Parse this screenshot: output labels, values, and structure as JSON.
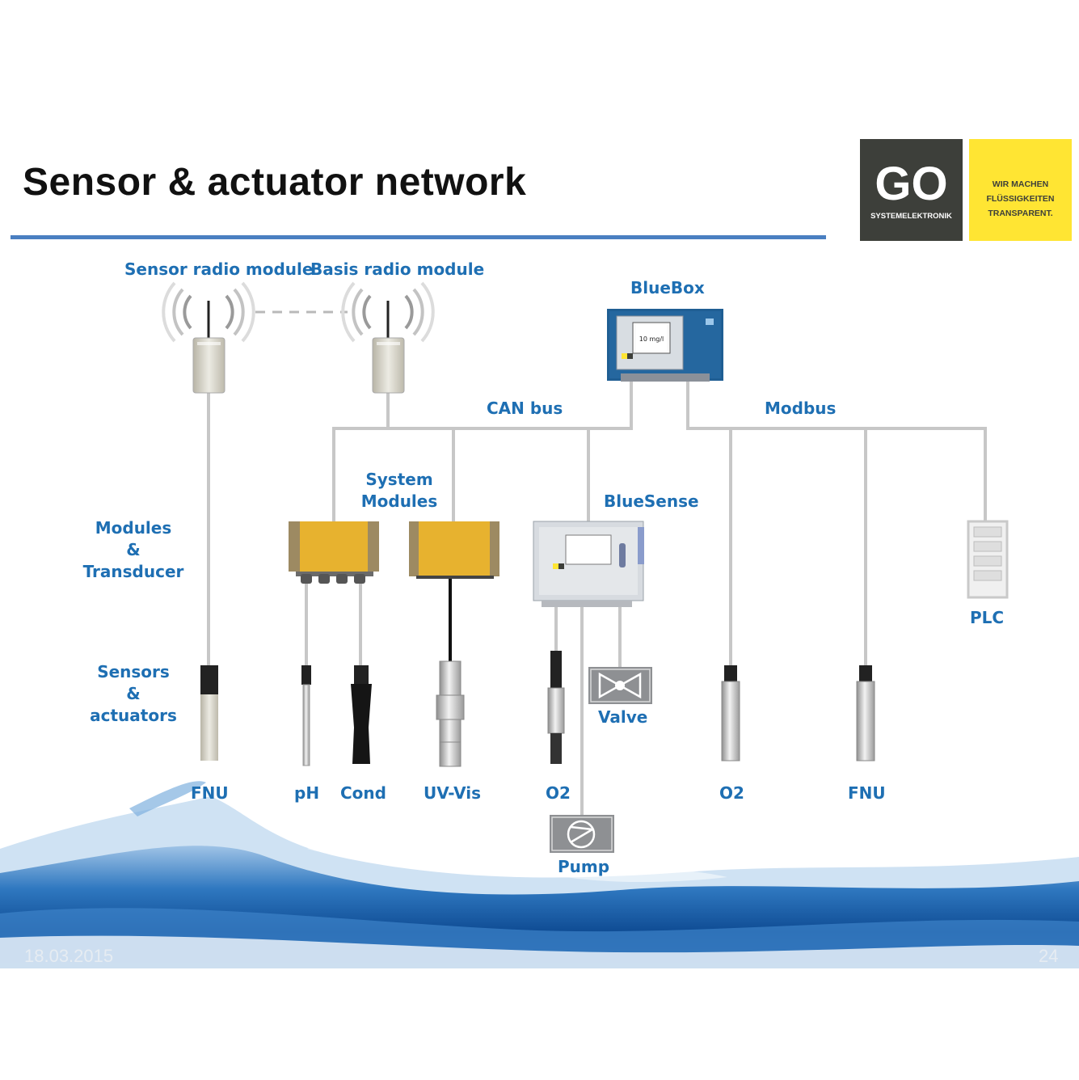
{
  "title": "Sensor & actuator network",
  "logo": {
    "mark": "GO",
    "subtitle": "SYSTEMELEKTRONIK",
    "slogan": [
      "WIR MACHEN",
      "FLÜSSIGKEITEN",
      "TRANSPARENT."
    ],
    "dark_color": "#3d3f3a",
    "yellow_color": "#ffe533"
  },
  "labels": {
    "sensor_radio": "Sensor radio module",
    "basis_radio": "Basis radio module",
    "bluebox": "BlueBox",
    "can_bus": "CAN bus",
    "modbus": "Modbus",
    "system_modules": [
      "System",
      "Modules"
    ],
    "bluesense": "BlueSense",
    "modules_transducer": [
      "Modules",
      "&",
      "Transducer"
    ],
    "sensors_actuators": [
      "Sensors",
      "&",
      "actuators"
    ],
    "plc": "PLC",
    "valve": "Valve",
    "pump": "Pump"
  },
  "bluebox_screen": "10 mg/l",
  "sensors": [
    "FNU",
    "pH",
    "Cond",
    "UV-Vis",
    "O2",
    "O2",
    "FNU"
  ],
  "footer": {
    "date": "18.03.2015",
    "page": "24"
  },
  "colors": {
    "label_blue": "#1e6fb3",
    "title_rule": "#4a7fc1",
    "line_gray": "#c7c7c7",
    "module_yellow": "#e7b22f"
  }
}
